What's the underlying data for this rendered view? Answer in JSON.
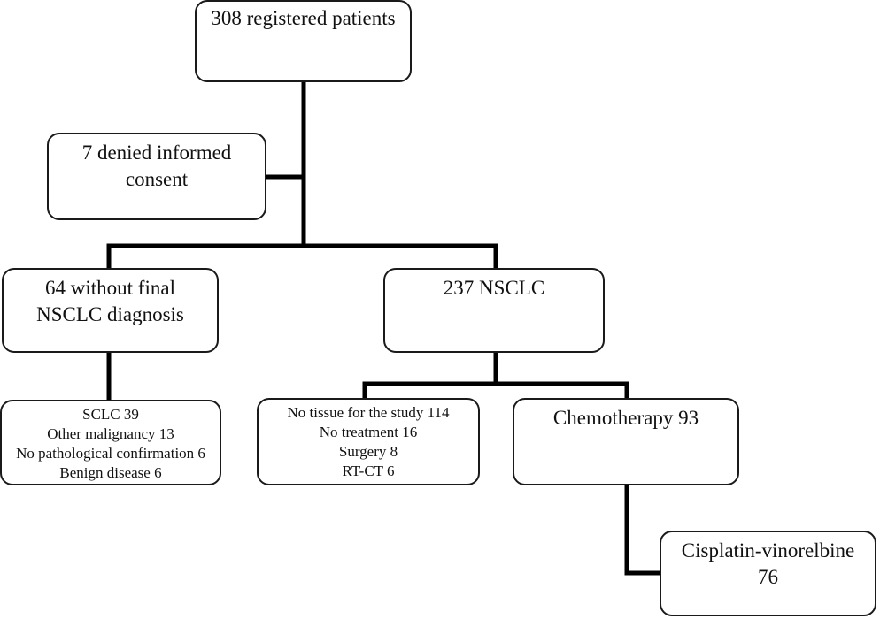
{
  "boxes": {
    "registered": {
      "lines": [
        "308 registered patients"
      ]
    },
    "denied": {
      "lines": [
        "7 denied informed",
        "consent"
      ]
    },
    "no_diagnosis": {
      "lines": [
        "64 without final",
        "NSCLC diagnosis"
      ]
    },
    "nsclc": {
      "lines": [
        "237 NSCLC"
      ]
    },
    "exclusions_diag": {
      "lines": [
        "SCLC 39",
        "Other malignancy 13",
        "No pathological confirmation 6",
        "Benign disease 6"
      ]
    },
    "exclusions_nsclc": {
      "lines": [
        "No tissue for the study 114",
        "No treatment 16",
        "Surgery 8",
        "RT-CT 6"
      ]
    },
    "chemo": {
      "lines": [
        "Chemotherapy 93"
      ]
    },
    "cisplatin": {
      "lines": [
        "Cisplatin-vinorelbine",
        "76"
      ]
    }
  }
}
